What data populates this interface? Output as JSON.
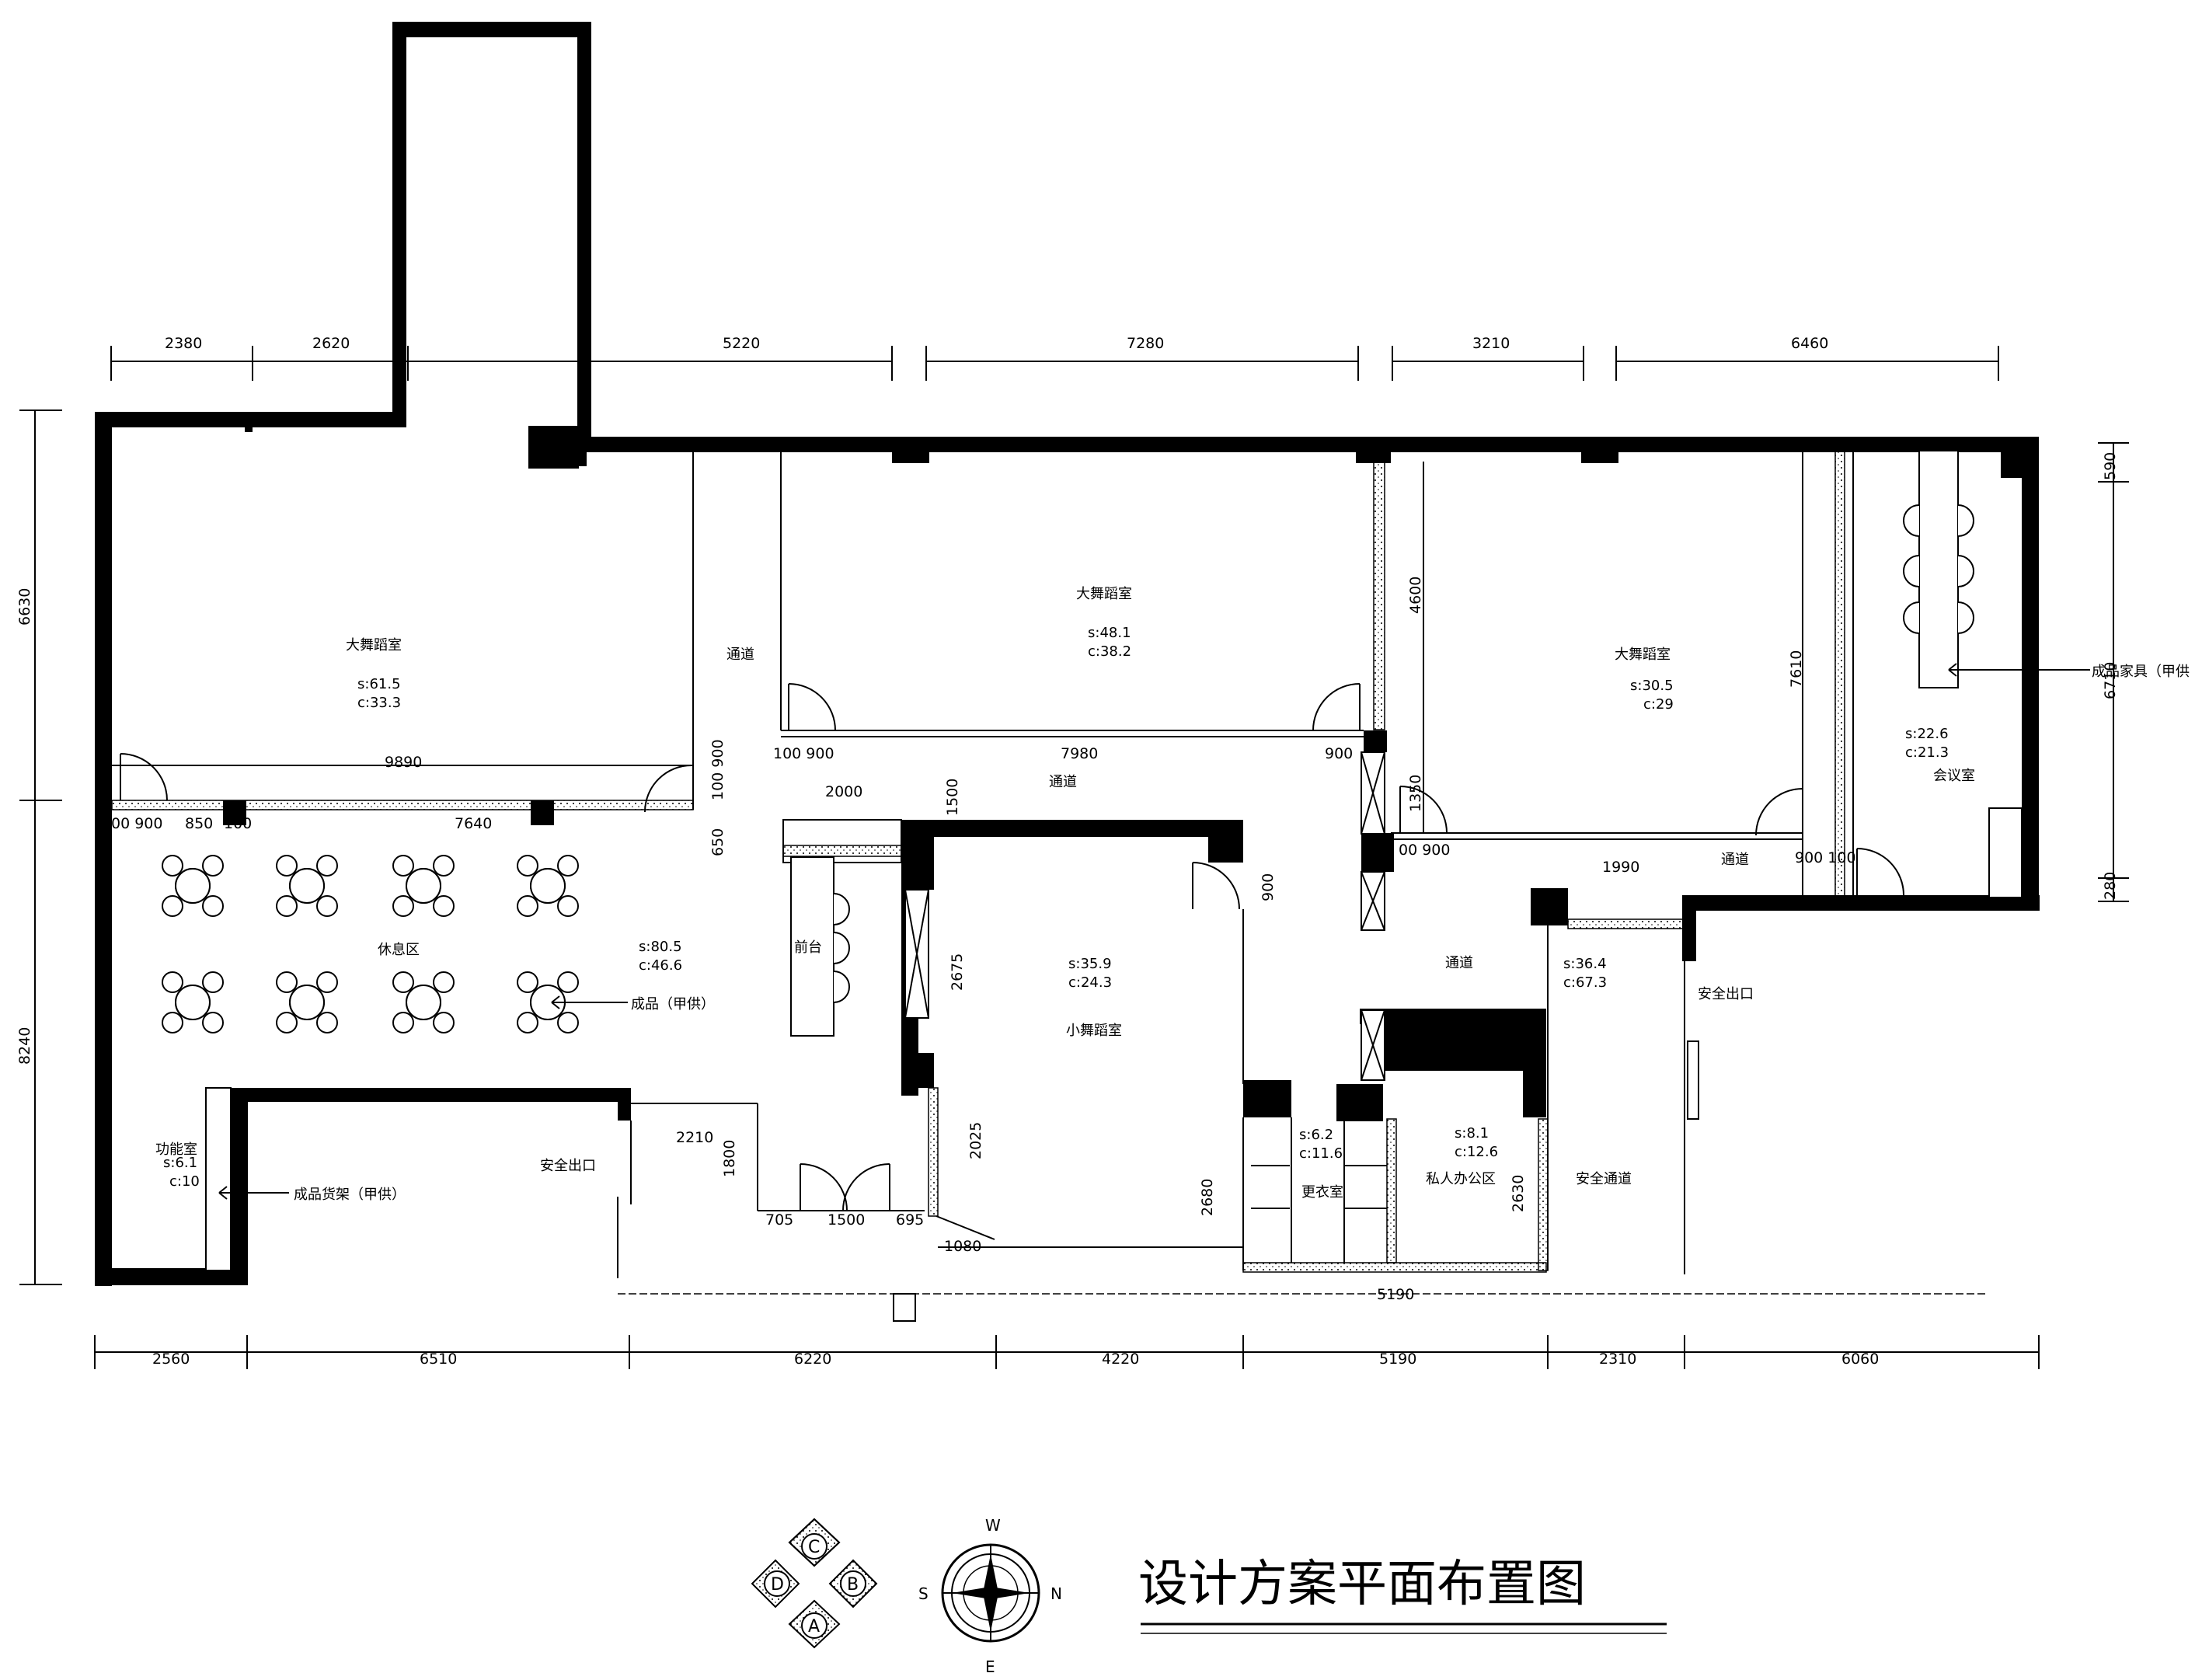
{
  "title": "设计方案平面布置图",
  "compass": {
    "w": "W",
    "s": "S",
    "n": "N",
    "e": "E"
  },
  "orientation": {
    "c": "C",
    "d": "D",
    "b": "B",
    "a": "A"
  },
  "dims_top": [
    "2380",
    "2620",
    "5220",
    "7280",
    "3210",
    "6460"
  ],
  "dims_bottom": [
    "2560",
    "6510",
    "6220",
    "4220",
    "5190",
    "2310",
    "6060"
  ],
  "dims_left": [
    "6630",
    "8240"
  ],
  "dims_right": [
    "590",
    "6710",
    "280"
  ],
  "dims_inner": {
    "d9890": "9890",
    "d7640a": "7640",
    "d900a": "00 900",
    "d850": "850",
    "d100a": "100",
    "d100_900": "100 900",
    "d7980": "7980",
    "d900b": "900",
    "d1500a": "1500",
    "d100_900b": "100 900",
    "d650": "650",
    "d2000": "2000",
    "d4600": "4600",
    "d1350": "1350",
    "d00_900": "00 900",
    "d1990": "1990",
    "d900_100": "900 100",
    "d7610": "7610",
    "d900c": "900",
    "d2675": "2675",
    "d2025": "2025",
    "d2210": "2210",
    "d1800": "1800",
    "d705": "705",
    "d1500b": "1500",
    "d695": "695",
    "d1080": "1080",
    "d2680": "2680",
    "d2630": "2630",
    "d5190": "5190"
  },
  "rooms": {
    "dance_big_1": {
      "name": "大舞蹈室",
      "s": "s:61.5",
      "c": "c:33.3"
    },
    "dance_big_2": {
      "name": "大舞蹈室",
      "s": "s:48.1",
      "c": "c:38.2"
    },
    "dance_big_3": {
      "name": "大舞蹈室",
      "s": "s:30.5",
      "c": "c:29"
    },
    "meeting": {
      "name": "会议室",
      "s": "s:22.6",
      "c": "c:21.3"
    },
    "rest": {
      "name": "休息区",
      "s": "s:80.5",
      "c": "c:46.6"
    },
    "dance_small": {
      "name": "小舞蹈室",
      "s": "s:35.9",
      "c": "c:24.3"
    },
    "function": {
      "name": "功能室",
      "s": "s:6.1",
      "c": "c:10"
    },
    "changing": {
      "name": "更衣室",
      "s": "s:6.2",
      "c": "c:11.6"
    },
    "private_office": {
      "name": "私人办公区",
      "s": "s:8.1",
      "c": "c:12.6"
    },
    "corridor_area": {
      "s": "s:36.4",
      "c": "c:67.3"
    }
  },
  "labels": {
    "passage1": "通道",
    "passage2": "通道",
    "passage3": "通道",
    "passage4": "通道",
    "front_desk": "前台",
    "exit1": "安全出口",
    "exit2": "安全出口",
    "safe_passage": "安全通道",
    "products": "成品（甲供）",
    "shelf": "成品货架（甲供）",
    "furniture": "成品家具（甲供"
  }
}
